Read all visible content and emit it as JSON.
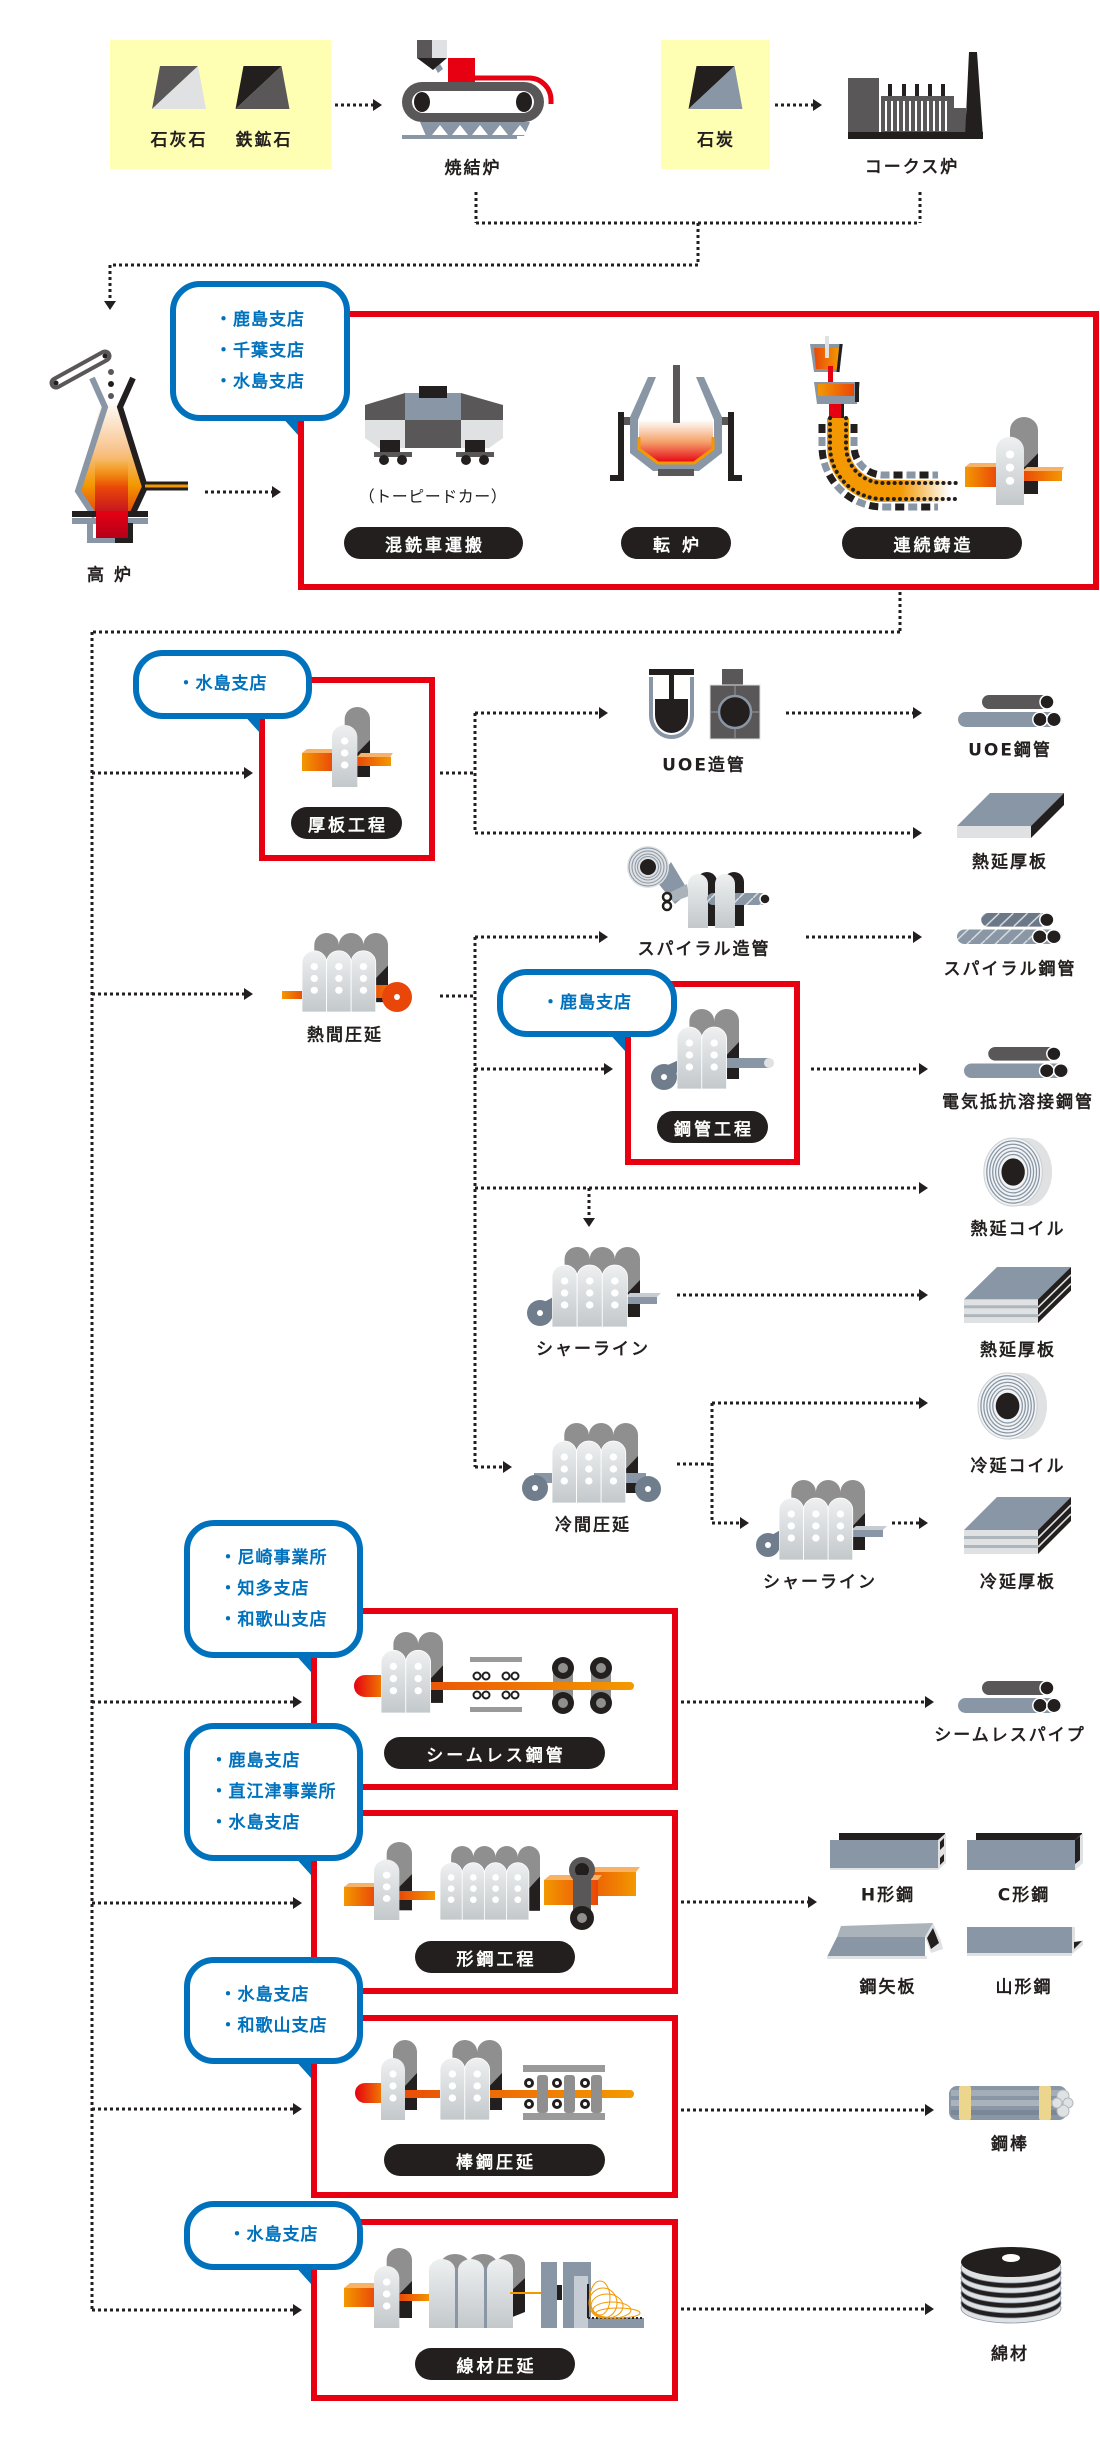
{
  "raw_materials": {
    "limestone": "石灰石",
    "iron_ore": "鉄鉱石",
    "coal": "石炭"
  },
  "ironmaking": {
    "sinter_furnace": "焼結炉",
    "coke_oven": "コークス炉",
    "blast_furnace": "高 炉"
  },
  "steelmaking": {
    "locations": [
      "・鹿島支店",
      "・千葉支店",
      "・水島支店"
    ],
    "torpedo_caption": "（トーピードカー）",
    "steps": [
      "混銑車運搬",
      "転 炉",
      "連続鋳造"
    ]
  },
  "plate_mill": {
    "locations": [
      "・水島支店"
    ],
    "label": "厚板工程"
  },
  "uoe_pipe_making": {
    "label": "UOE造管"
  },
  "hot_rolling": {
    "label": "熱間圧延"
  },
  "spiral_pipe_making": {
    "label": "スパイラル造管"
  },
  "pipe_mill": {
    "locations": [
      "・鹿島支店"
    ],
    "label": "鋼管工程"
  },
  "hot_shear_line": {
    "label": "シャーライン"
  },
  "cold_rolling": {
    "label": "冷間圧延"
  },
  "cold_shear_line": {
    "label": "シャーライン"
  },
  "seamless_mill": {
    "locations": [
      "・尼崎事業所",
      "・知多支店",
      "・和歌山支店"
    ],
    "label": "シームレス鋼管"
  },
  "section_mill": {
    "locations": [
      "・鹿島支店",
      "・直江津事業所",
      "・水島支店"
    ],
    "label": "形鋼工程"
  },
  "bar_mill": {
    "locations": [
      "・水島支店",
      "・和歌山支店"
    ],
    "label": "棒鋼圧延"
  },
  "wire_rod_mill": {
    "locations": [
      "・水島支店"
    ],
    "label": "線材圧延"
  },
  "products": {
    "uoe_pipe": "UOE鋼管",
    "heavy_plate": "熱延厚板",
    "spiral_pipe": "スパイラル鋼管",
    "erw_pipe": "電気抵抗溶接鋼管",
    "hot_coil": "熱延コイル",
    "hot_sheared_plate": "熱延厚板",
    "cold_coil": "冷延コイル",
    "cold_plate": "冷延厚板",
    "seamless_pipe": "シームレスパイプ",
    "h_beam": "H形鋼",
    "channel": "C形鋼",
    "sheet_pile": "鋼矢板",
    "angle": "山形鋼",
    "steel_bar": "鋼棒",
    "wire_rod": "綿材"
  },
  "colors": {
    "process_box": "#e60012",
    "location_bubble": "#0071bc",
    "raw_material_bg": "#ffffb3",
    "step_pill": "#231f1e"
  }
}
